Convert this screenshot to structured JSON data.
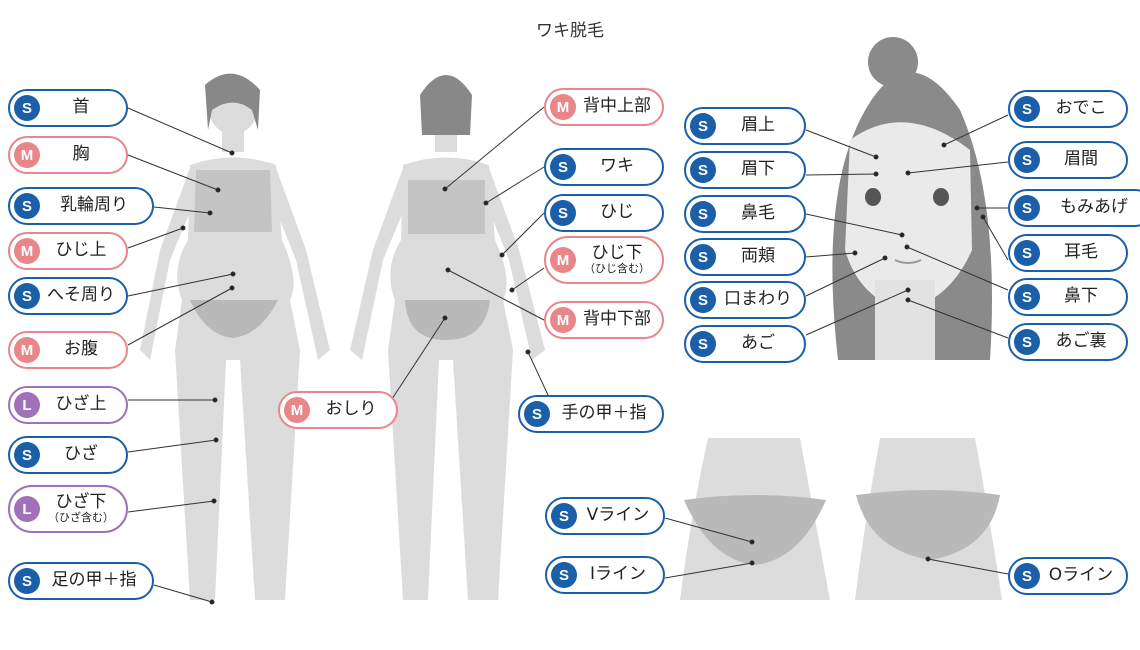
{
  "title": "ワキ脱毛",
  "colors": {
    "S": "#1a5fa8",
    "M": "#e8868a",
    "L": "#a070b8",
    "body": "#dcdcdc",
    "underwear": "#b9b9b9"
  },
  "labels": [
    {
      "size": "S",
      "text": "首"
    },
    {
      "size": "M",
      "text": "胸"
    },
    {
      "size": "S",
      "text": "乳輪周り"
    },
    {
      "size": "M",
      "text": "ひじ上"
    },
    {
      "size": "S",
      "text": "へそ周り"
    },
    {
      "size": "M",
      "text": "お腹"
    },
    {
      "size": "L",
      "text": "ひざ上"
    },
    {
      "size": "S",
      "text": "ひざ"
    },
    {
      "size": "L",
      "text": "ひざ下",
      "sub": "（ひざ含む）"
    },
    {
      "size": "S",
      "text": "足の甲＋指"
    },
    {
      "size": "M",
      "text": "背中上部"
    },
    {
      "size": "S",
      "text": "ワキ"
    },
    {
      "size": "S",
      "text": "ひじ"
    },
    {
      "size": "M",
      "text": "ひじ下",
      "sub": "（ひじ含む）"
    },
    {
      "size": "M",
      "text": "背中下部"
    },
    {
      "size": "M",
      "text": "おしり"
    },
    {
      "size": "S",
      "text": "手の甲＋指"
    },
    {
      "size": "S",
      "text": "眉上"
    },
    {
      "size": "S",
      "text": "眉下"
    },
    {
      "size": "S",
      "text": "鼻毛"
    },
    {
      "size": "S",
      "text": "両頬"
    },
    {
      "size": "S",
      "text": "口まわり"
    },
    {
      "size": "S",
      "text": "あご"
    },
    {
      "size": "S",
      "text": "おでこ"
    },
    {
      "size": "S",
      "text": "眉間"
    },
    {
      "size": "S",
      "text": "もみあげ"
    },
    {
      "size": "S",
      "text": "耳毛"
    },
    {
      "size": "S",
      "text": "鼻下"
    },
    {
      "size": "S",
      "text": "あご裏"
    },
    {
      "size": "S",
      "text": "Vライン"
    },
    {
      "size": "S",
      "text": "Iライン"
    },
    {
      "size": "S",
      "text": "Oライン"
    }
  ]
}
